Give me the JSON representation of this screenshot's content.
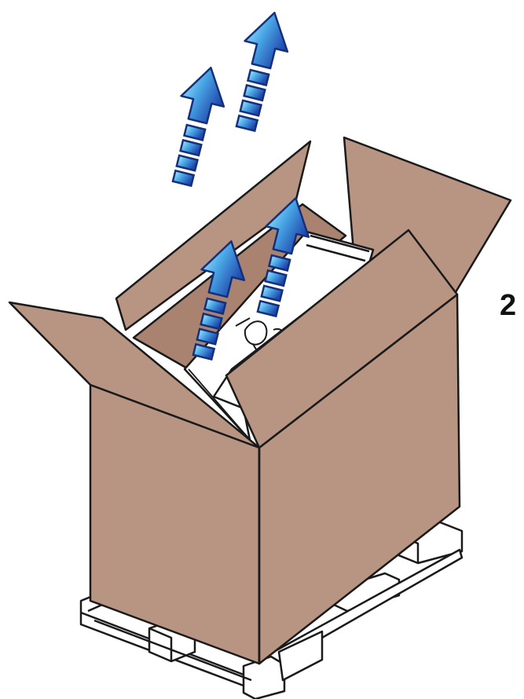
{
  "step": {
    "number": "2"
  },
  "icons": {
    "arrows": [
      "up-arrow-icon",
      "up-arrow-icon",
      "up-arrow-icon",
      "up-arrow-icon"
    ],
    "box": "cardboard-box",
    "pallet": "wooden-pallet"
  },
  "colors": {
    "cardboard": "#b89482",
    "cardboard_dark": "#a9836f",
    "outline": "#1a1a1a",
    "arrow_light": "#7fd3f3",
    "arrow_dark": "#2a55b8",
    "arrow_outline": "#14307a",
    "pallet": "#ffffff"
  }
}
